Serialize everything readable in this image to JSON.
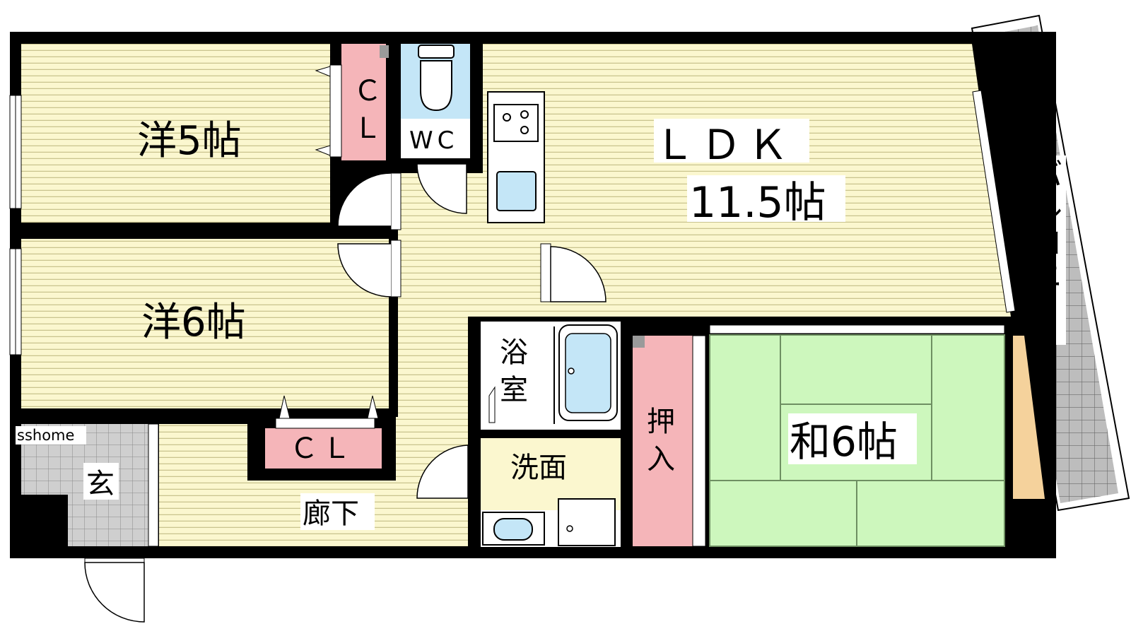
{
  "watermark": "sshome",
  "rooms": {
    "western5": "洋5帖",
    "western6": "洋6帖",
    "ldk_name": "ＬＤＫ",
    "ldk_size": "11.5帖",
    "japanese6": "和6帖",
    "closet_top": "Ｃ\nＬ",
    "closet_top_c": "Ｃ",
    "closet_top_l": "Ｌ",
    "closet_mid": "ＣＬ",
    "wc": "WC",
    "bath_1": "浴",
    "bath_2": "室",
    "washroom": "洗面",
    "storage_1": "押",
    "storage_2": "入",
    "hallway": "廊下",
    "entrance": "玄",
    "balcony": "バルコニー"
  },
  "colors": {
    "wall": "#000000",
    "western_floor": "#fbf7cf",
    "floor_lines": "#c9c38e",
    "closet": "#f5b5b9",
    "water": "#c4e6f7",
    "tatami": "#cdf7bd",
    "tatami_edge": "#6e8f62",
    "tile": "#c9c9c9",
    "balcony": "#b8b8b8",
    "wood": "#f5d29c"
  }
}
